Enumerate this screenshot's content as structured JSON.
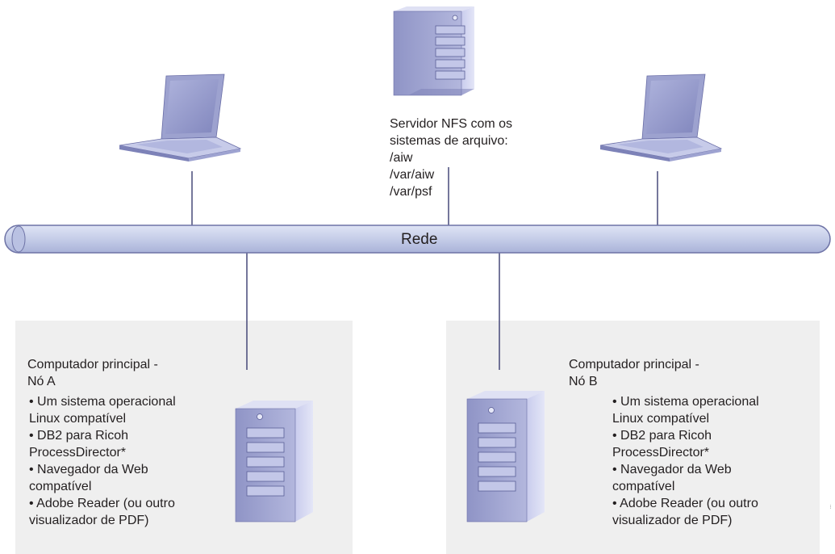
{
  "network": {
    "label": "Rede"
  },
  "nfs_server": {
    "label_lines": [
      "Servidor NFS com os",
      "sistemas de arquivo:",
      "/aiw",
      "/var/aiw",
      "/var/psf"
    ]
  },
  "node_a": {
    "title_lines": [
      "Computador principal -",
      "Nó A"
    ],
    "items": [
      [
        "• Um sistema operacional",
        "Linux compatível"
      ],
      [
        "• DB2 para Ricoh",
        "ProcessDirector*"
      ],
      [
        "• Navegador da Web",
        "compatível"
      ],
      [
        "• Adobe Reader (ou outro",
        "visualizador de PDF)"
      ]
    ]
  },
  "node_b": {
    "title_lines": [
      "Computador principal -",
      "Nó B"
    ],
    "items": [
      [
        "• Um sistema operacional",
        "Linux compatível"
      ],
      [
        "• DB2 para Ricoh",
        "ProcessDirector*"
      ],
      [
        "• Navegador da Web",
        "compatível"
      ],
      [
        "• Adobe Reader (ou outro",
        "visualizador de PDF)"
      ]
    ]
  },
  "figure_code": "...",
  "colors": {
    "network_bar": "#c9d1ea",
    "network_bar_edge": "#6e73a6",
    "device_body": "#a3a8d3",
    "device_dark": "#5b5f97",
    "device_light": "#d8dbf0",
    "panel": "#efefef",
    "line": "#3a3d70"
  },
  "icons": {
    "nfs_server": "server-icon",
    "client_left": "laptop-icon",
    "client_right": "laptop-icon",
    "node_a_server": "server-icon",
    "node_b_server": "server-icon"
  }
}
